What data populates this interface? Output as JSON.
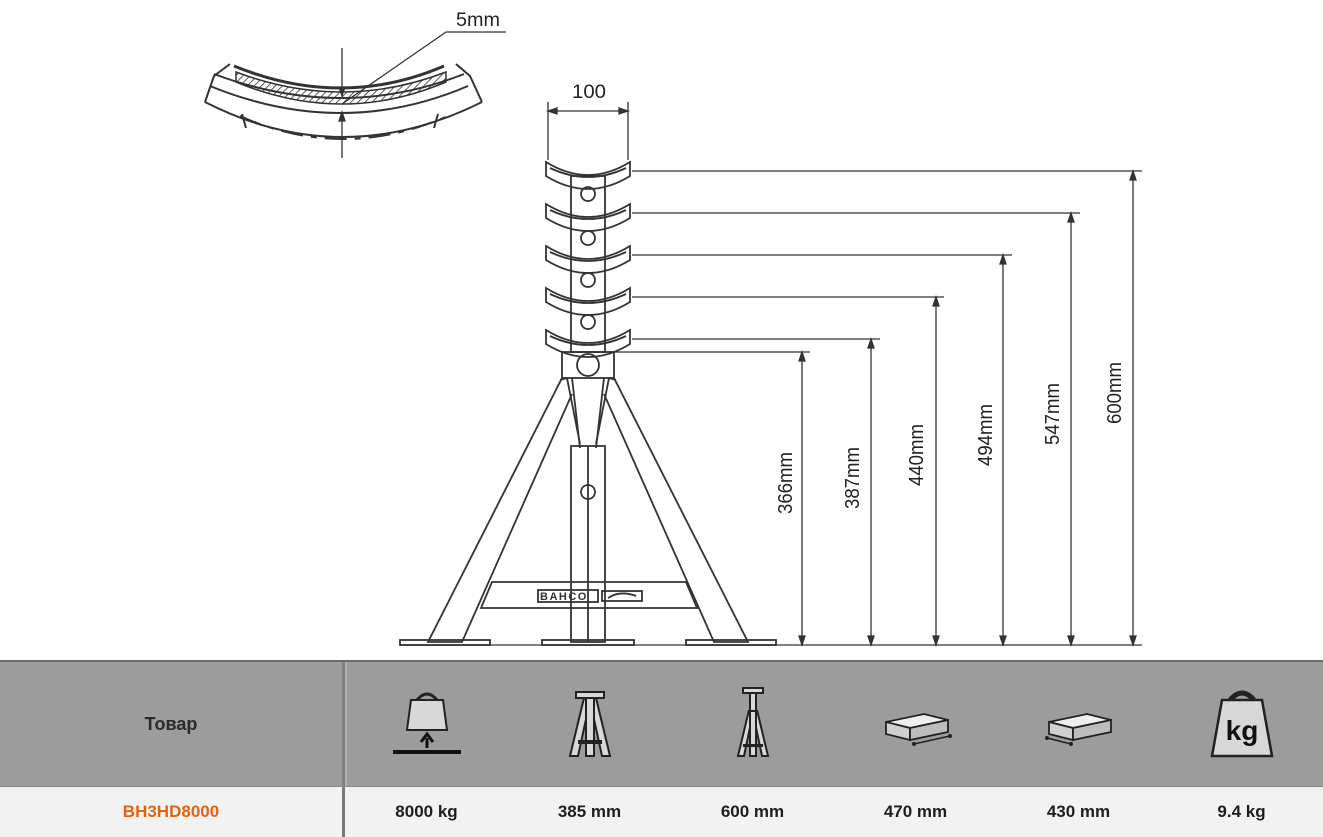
{
  "diagram": {
    "brand_logo_text": "BAHCO",
    "saddle_width_label": "100",
    "saddle_thickness_label": "5mm",
    "heights": [
      "366mm",
      "387mm",
      "440mm",
      "494mm",
      "547mm",
      "600mm"
    ]
  },
  "table": {
    "header_label": "Товар",
    "icons": [
      "capacity-weight-icon",
      "min-height-stand-icon",
      "max-height-stand-icon",
      "length-box-icon",
      "width-box-icon",
      "kg-weight-icon"
    ],
    "kg_icon_text": "kg",
    "product_code": "BH3HD8000",
    "values": [
      "8000 kg",
      "385 mm",
      "600 mm",
      "470 mm",
      "430 mm",
      "9.4 kg"
    ],
    "colors": {
      "header_bg": "#9c9c9c",
      "value_bg": "#f2f2f2",
      "code_text": "#e0640f"
    }
  }
}
